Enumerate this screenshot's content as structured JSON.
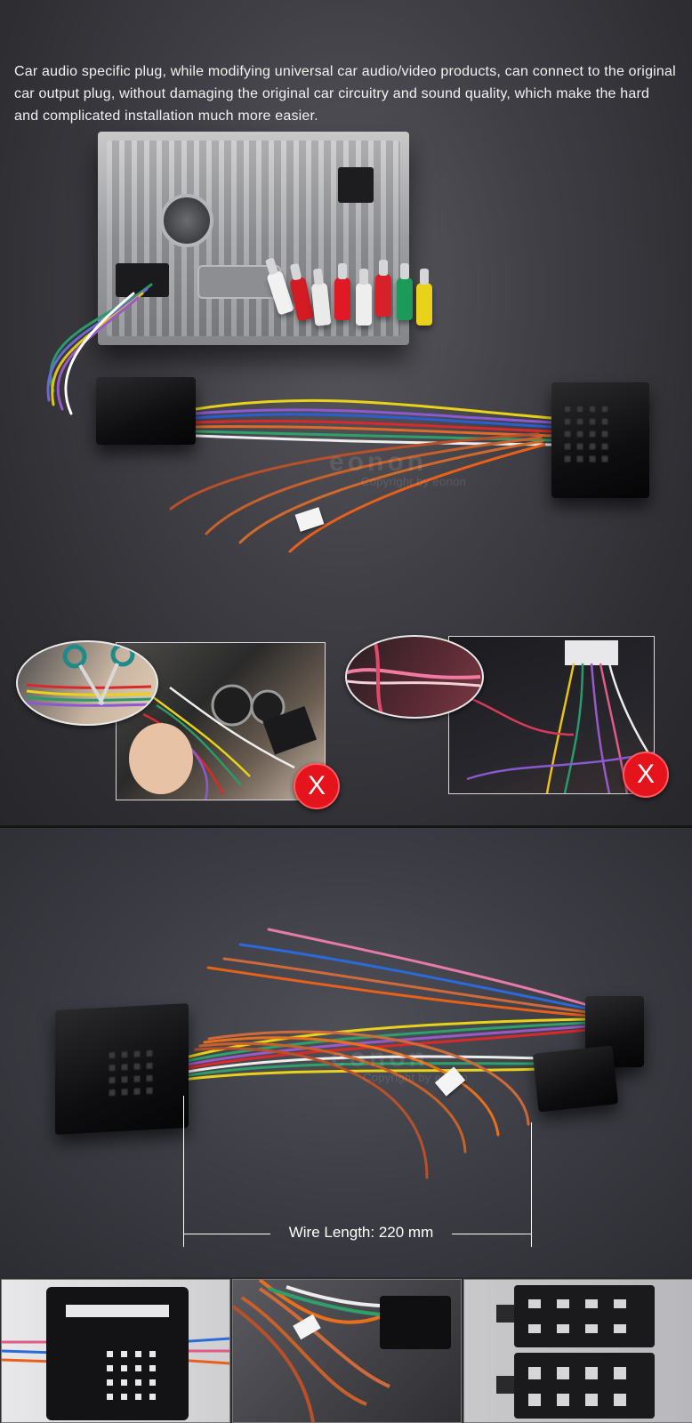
{
  "intro": {
    "text": "Car audio specific plug, while modifying universal car audio/video products, can connect to the original car output plug, without damaging the original car circuitry and sound quality, which make the hard and complicated installation much more easier."
  },
  "watermark": {
    "logo": "eonon",
    "copyright": "Copyright by eonon"
  },
  "warnings": {
    "left_badge": "X",
    "right_badge": "X"
  },
  "measurement": {
    "label": "Wire Length: 220 mm"
  },
  "colors": {
    "badge_red": "#e5141c",
    "background": "#2b2b2f"
  }
}
